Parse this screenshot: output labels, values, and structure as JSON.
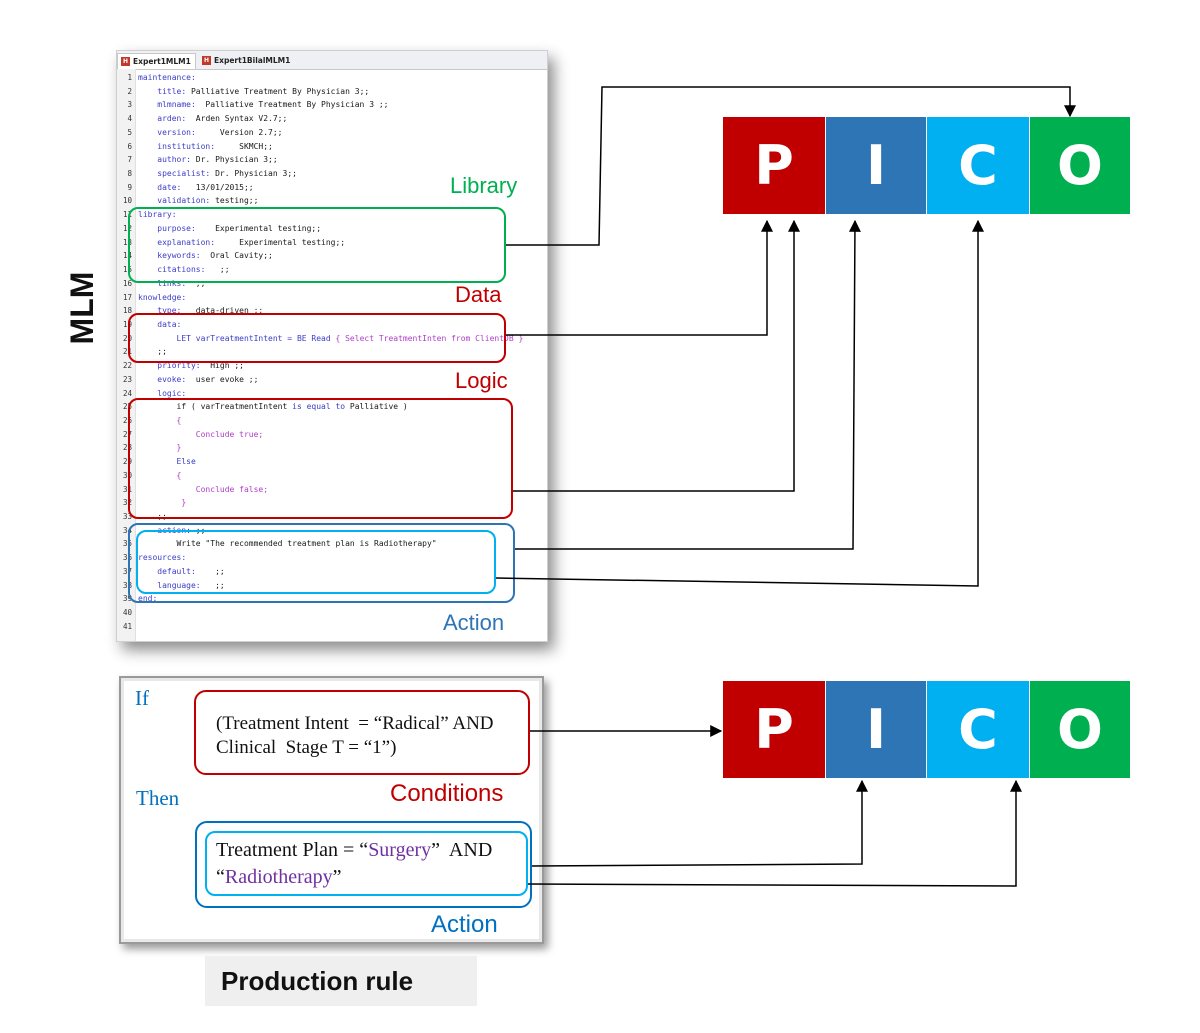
{
  "editor": {
    "tabs": [
      "Expert1MLM1",
      "Expert1BilalMLM1"
    ],
    "tab_icon": "H",
    "lines": [
      {
        "n": "1",
        "parts": [
          {
            "t": "maintenance:",
            "c": "kw"
          }
        ]
      },
      {
        "n": "2",
        "parts": [
          {
            "t": "    title:",
            "c": "kw"
          },
          {
            "t": " Palliative Treatment By Physician 3;;",
            "c": ""
          }
        ]
      },
      {
        "n": "3",
        "parts": [
          {
            "t": "    mlmname:",
            "c": "kw"
          },
          {
            "t": "  Palliative Treatment By Physician 3 ;;",
            "c": ""
          }
        ]
      },
      {
        "n": "4",
        "parts": [
          {
            "t": "    arden:",
            "c": "kw"
          },
          {
            "t": "  Arden Syntax V2.7;;",
            "c": ""
          }
        ]
      },
      {
        "n": "5",
        "parts": [
          {
            "t": "    version:",
            "c": "kw"
          },
          {
            "t": "     Version 2.7;;",
            "c": ""
          }
        ]
      },
      {
        "n": "6",
        "parts": [
          {
            "t": "    institution:",
            "c": "kw"
          },
          {
            "t": "     SKMCH;;",
            "c": ""
          }
        ]
      },
      {
        "n": "7",
        "parts": [
          {
            "t": "    author:",
            "c": "kw"
          },
          {
            "t": " Dr. Physician 3;;",
            "c": ""
          }
        ]
      },
      {
        "n": "8",
        "parts": [
          {
            "t": "    specialist:",
            "c": "kw"
          },
          {
            "t": " Dr. Physician 3;;",
            "c": ""
          }
        ]
      },
      {
        "n": "9",
        "parts": [
          {
            "t": "    date:",
            "c": "kw"
          },
          {
            "t": "   13/01/2015;;",
            "c": ""
          }
        ]
      },
      {
        "n": "10",
        "parts": [
          {
            "t": "    validation:",
            "c": "kw"
          },
          {
            "t": " testing;;",
            "c": ""
          }
        ]
      },
      {
        "n": "11",
        "parts": [
          {
            "t": "library:",
            "c": "kw"
          }
        ]
      },
      {
        "n": "12",
        "parts": [
          {
            "t": "    purpose:",
            "c": "kw"
          },
          {
            "t": "    Experimental testing;;",
            "c": ""
          }
        ]
      },
      {
        "n": "13",
        "parts": [
          {
            "t": "    explanation:",
            "c": "kw"
          },
          {
            "t": "     Experimental testing;;",
            "c": ""
          }
        ]
      },
      {
        "n": "14",
        "parts": [
          {
            "t": "    keywords:",
            "c": "kw"
          },
          {
            "t": "  Oral Cavity;;",
            "c": ""
          }
        ]
      },
      {
        "n": "15",
        "parts": [
          {
            "t": "    citations:",
            "c": "kw"
          },
          {
            "t": "   ;;",
            "c": ""
          }
        ]
      },
      {
        "n": "16",
        "parts": [
          {
            "t": "    links:",
            "c": "kw"
          },
          {
            "t": "  ;;",
            "c": ""
          }
        ]
      },
      {
        "n": "17",
        "parts": [
          {
            "t": "knowledge:",
            "c": "kw"
          }
        ]
      },
      {
        "n": "18",
        "parts": [
          {
            "t": "    type:",
            "c": "kw"
          },
          {
            "t": "   data-driven ;;",
            "c": ""
          }
        ]
      },
      {
        "n": "19",
        "parts": [
          {
            "t": "    data:",
            "c": "kw"
          }
        ]
      },
      {
        "n": "20",
        "parts": [
          {
            "t": "        LET varTreatmentIntent = BE Read ",
            "c": "kw"
          },
          {
            "t": "{ Select TreatmentInten from ClientDB }",
            "c": "pk"
          }
        ]
      },
      {
        "n": "21",
        "parts": [
          {
            "t": "    ;;",
            "c": ""
          }
        ]
      },
      {
        "n": "22",
        "parts": [
          {
            "t": "    priority:",
            "c": "kw"
          },
          {
            "t": "  High ;;",
            "c": ""
          }
        ]
      },
      {
        "n": "23",
        "parts": [
          {
            "t": "    evoke:",
            "c": "kw"
          },
          {
            "t": "  user evoke ;;",
            "c": ""
          }
        ]
      },
      {
        "n": "24",
        "parts": [
          {
            "t": "    logic:",
            "c": "kw"
          }
        ]
      },
      {
        "n": "25",
        "parts": [
          {
            "t": "        if ( varTreatmentIntent ",
            "c": ""
          },
          {
            "t": "is equal to",
            "c": "kw"
          },
          {
            "t": " Palliative )",
            "c": ""
          }
        ]
      },
      {
        "n": "26",
        "parts": [
          {
            "t": "        {",
            "c": "pk"
          }
        ]
      },
      {
        "n": "27",
        "parts": [
          {
            "t": "            Conclude true;",
            "c": "pk"
          }
        ]
      },
      {
        "n": "28",
        "parts": [
          {
            "t": "        }",
            "c": "pk"
          }
        ]
      },
      {
        "n": "29",
        "parts": [
          {
            "t": "        Else",
            "c": "kw"
          }
        ]
      },
      {
        "n": "30",
        "parts": [
          {
            "t": "        {",
            "c": "pk"
          }
        ]
      },
      {
        "n": "31",
        "parts": [
          {
            "t": "            Conclude false;",
            "c": "pk"
          }
        ]
      },
      {
        "n": "32",
        "parts": [
          {
            "t": "         }",
            "c": "pk"
          }
        ]
      },
      {
        "n": "33",
        "parts": [
          {
            "t": "    ;;",
            "c": ""
          }
        ]
      },
      {
        "n": "34",
        "parts": [
          {
            "t": "    action:",
            "c": "kw"
          },
          {
            "t": " ;;",
            "c": ""
          }
        ]
      },
      {
        "n": "35",
        "parts": [
          {
            "t": "        Write \"The recommended treatment plan is Radiotherapy\"",
            "c": ""
          }
        ]
      },
      {
        "n": "36",
        "parts": [
          {
            "t": "resources:",
            "c": "kw"
          }
        ]
      },
      {
        "n": "37",
        "parts": [
          {
            "t": "    default:",
            "c": "kw"
          },
          {
            "t": "    ;;",
            "c": ""
          }
        ]
      },
      {
        "n": "38",
        "parts": [
          {
            "t": "    language:",
            "c": "kw"
          },
          {
            "t": "   ;;",
            "c": ""
          }
        ]
      },
      {
        "n": "39",
        "parts": [
          {
            "t": "end:",
            "c": "kw"
          }
        ]
      },
      {
        "n": "40",
        "parts": []
      },
      {
        "n": "41",
        "parts": []
      }
    ]
  },
  "mlm_label": "MLM",
  "region_labels": {
    "library": "Library",
    "data": "Data",
    "logic": "Logic",
    "action": "Action"
  },
  "pico": {
    "letters": [
      "P",
      "I",
      "C",
      "O"
    ],
    "colors": [
      "#c00000",
      "#2e75b6",
      "#00b0f0",
      "#00b050"
    ]
  },
  "rule": {
    "if_label": "If",
    "then_label": "Then",
    "condition_line1": "(Treatment Intent  = “Radical” AND",
    "condition_line2": "Clinical  Stage T = “1”)",
    "conditions_label": "Conditions",
    "action_prefix": "Treatment Plan = “",
    "action_surgery": "Surgery",
    "action_mid": "”  AND",
    "action_line2_open": "“",
    "action_radiotherapy": "Radiotherapy",
    "action_line2_close": "”",
    "action_label": "Action"
  },
  "rule_caption": "Production rule",
  "colors": {
    "library_green": "#00b050",
    "data_red": "#c00000",
    "action_blue": "#2e75b6",
    "action_inner_blue": "#00b0f0",
    "rule_blue": "#0070c0",
    "purple": "#7030a0"
  }
}
